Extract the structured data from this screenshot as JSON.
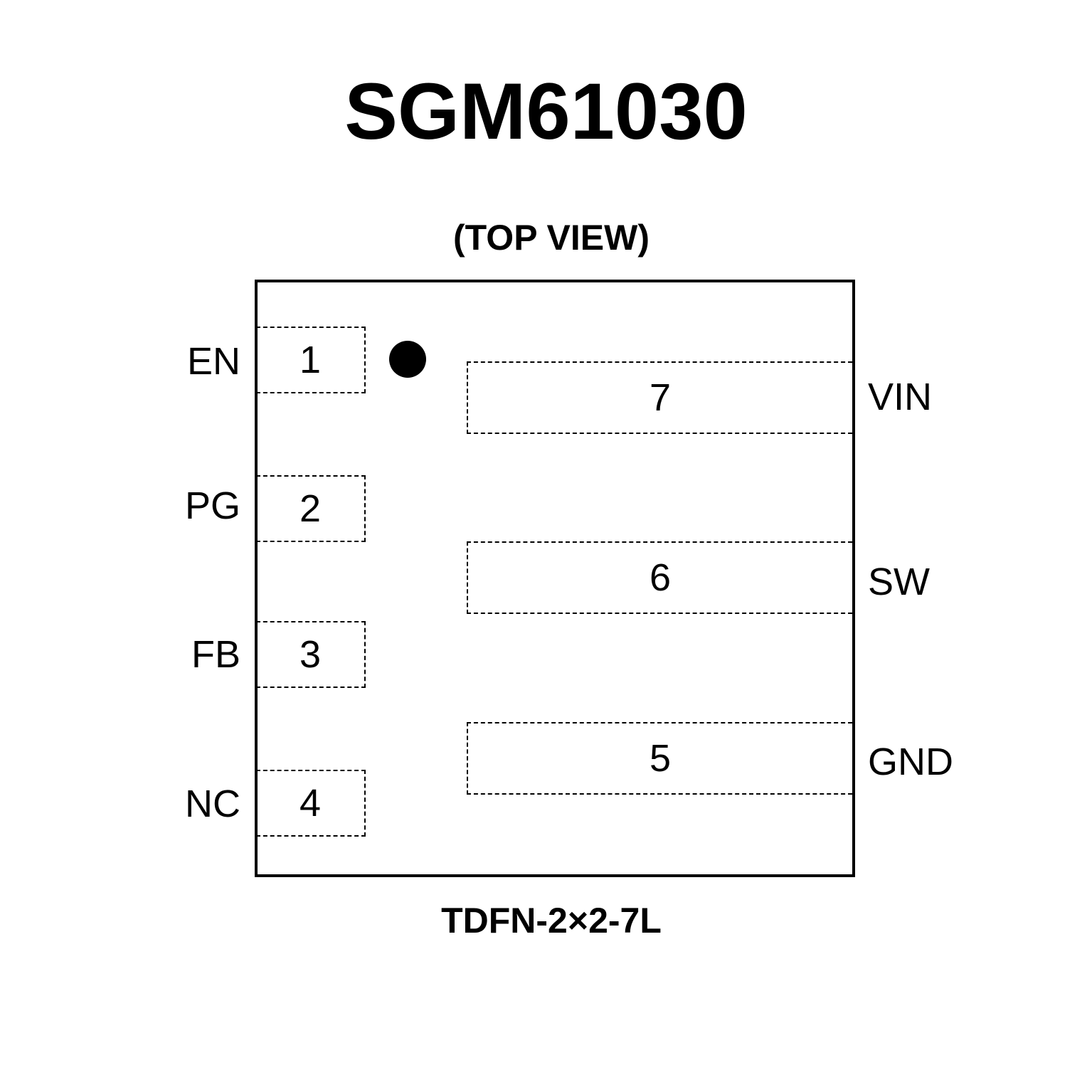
{
  "title": "SGM61030",
  "view_label": "(TOP VIEW)",
  "package": "TDFN-2×2-7L",
  "left_pins": [
    {
      "num": "1",
      "name": "EN"
    },
    {
      "num": "2",
      "name": "PG"
    },
    {
      "num": "3",
      "name": "FB"
    },
    {
      "num": "4",
      "name": "NC"
    }
  ],
  "right_pins": [
    {
      "num": "7",
      "name": "VIN"
    },
    {
      "num": "6",
      "name": "SW"
    },
    {
      "num": "5",
      "name": "GND"
    }
  ]
}
